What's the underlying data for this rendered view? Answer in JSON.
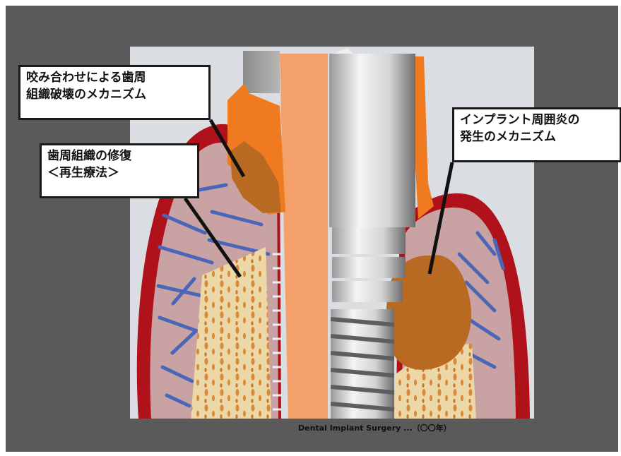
{
  "labels": {
    "occlusal_mechanism": {
      "line1": "咬み合わせによる歯周",
      "line2": "組織破壊のメカニズム"
    },
    "periodontal_repair": {
      "line1": "歯周組織の修復",
      "line2": "＜再生療法＞"
    },
    "peri_implantitis_mechanism": {
      "line1": "インプラント周囲炎の",
      "line2": "発生のメカニズム"
    }
  },
  "caption": "Dental Implant Surgery ...（〇〇年）",
  "colors": {
    "background": "#5a5a5a",
    "panel": "#dadde2",
    "gingiva_outer": "#b0121c",
    "gingiva_inner": "#c9a2a4",
    "bone": "#ecd7a6",
    "bone_spots": "#d88a3a",
    "tooth_root": "#f3a06a",
    "inflammation": "#b86a22",
    "implant_light": "#f2f2f2",
    "implant_dark": "#8a8a8a",
    "fibers": "#4a66b8",
    "plaque": "#f07a20"
  }
}
